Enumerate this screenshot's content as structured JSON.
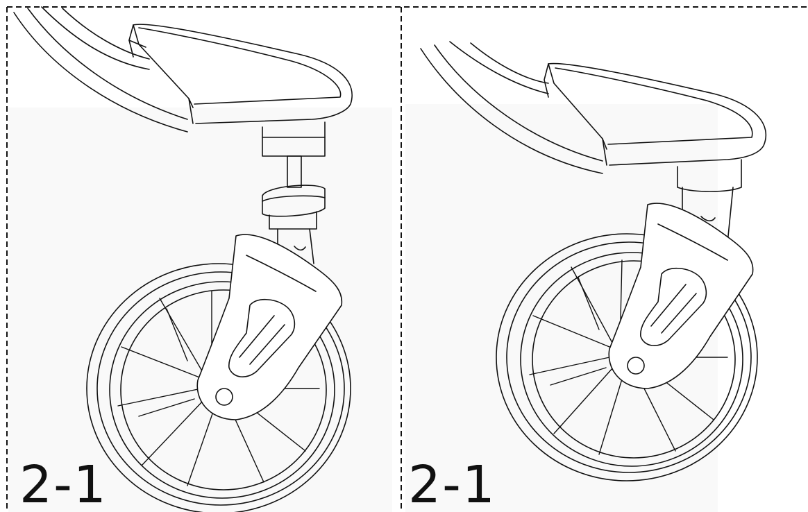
{
  "panels": [
    {
      "label": "2-1",
      "state": "wheel-detached"
    },
    {
      "label": "2-1",
      "state": "wheel-attached"
    }
  ],
  "colors": {
    "line": "#111111",
    "background": "#ffffff",
    "shade": "#f9f9f9"
  },
  "icons": [
    "stroller-seat-frame",
    "front-wheel",
    "wheel-fork",
    "axle-pin"
  ]
}
